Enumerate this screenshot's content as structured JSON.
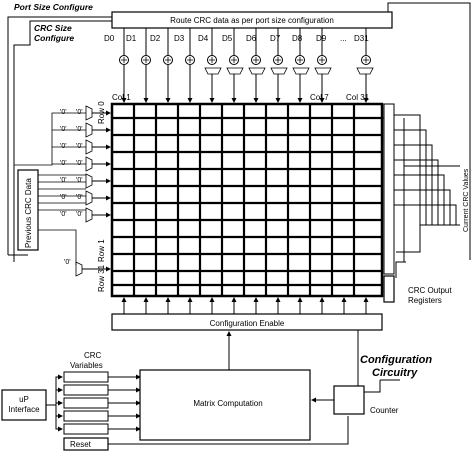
{
  "labels": {
    "port_size_configure": "Port Size Configure",
    "crc_size_configure_1": "CRC Size",
    "crc_size_configure_2": "Configure",
    "route_box": "Route CRC data as per port size configuration",
    "d0": "D0",
    "d1": "D1",
    "d2": "D2",
    "d3": "D3",
    "d4": "D4",
    "d5": "D5",
    "d6": "D6",
    "d7": "D7",
    "d8": "D8",
    "d9": "D9",
    "ellipsis": "...",
    "d31": "D31",
    "col1": "Col 1",
    "col7": "Col 7",
    "col31": "Col 31",
    "row0": "Row 0",
    "row1": "Row 1",
    "row31": "Row 31",
    "zero": "'0'",
    "previous_crc": "Previous CRC Data",
    "current_crc": "Current CRC Values",
    "crc_output_1": "CRC Output",
    "crc_output_2": "Registers",
    "config_enable": "Configuration Enable",
    "config_circuitry_1": "Configuration",
    "config_circuitry_2": "Circuitry",
    "crc_variables_1": "CRC",
    "crc_variables_2": "Variables",
    "up_interface_1": "uP",
    "up_interface_2": "Interface",
    "matrix_computation": "Matrix Computation",
    "counter": "Counter",
    "reset": "Reset"
  }
}
